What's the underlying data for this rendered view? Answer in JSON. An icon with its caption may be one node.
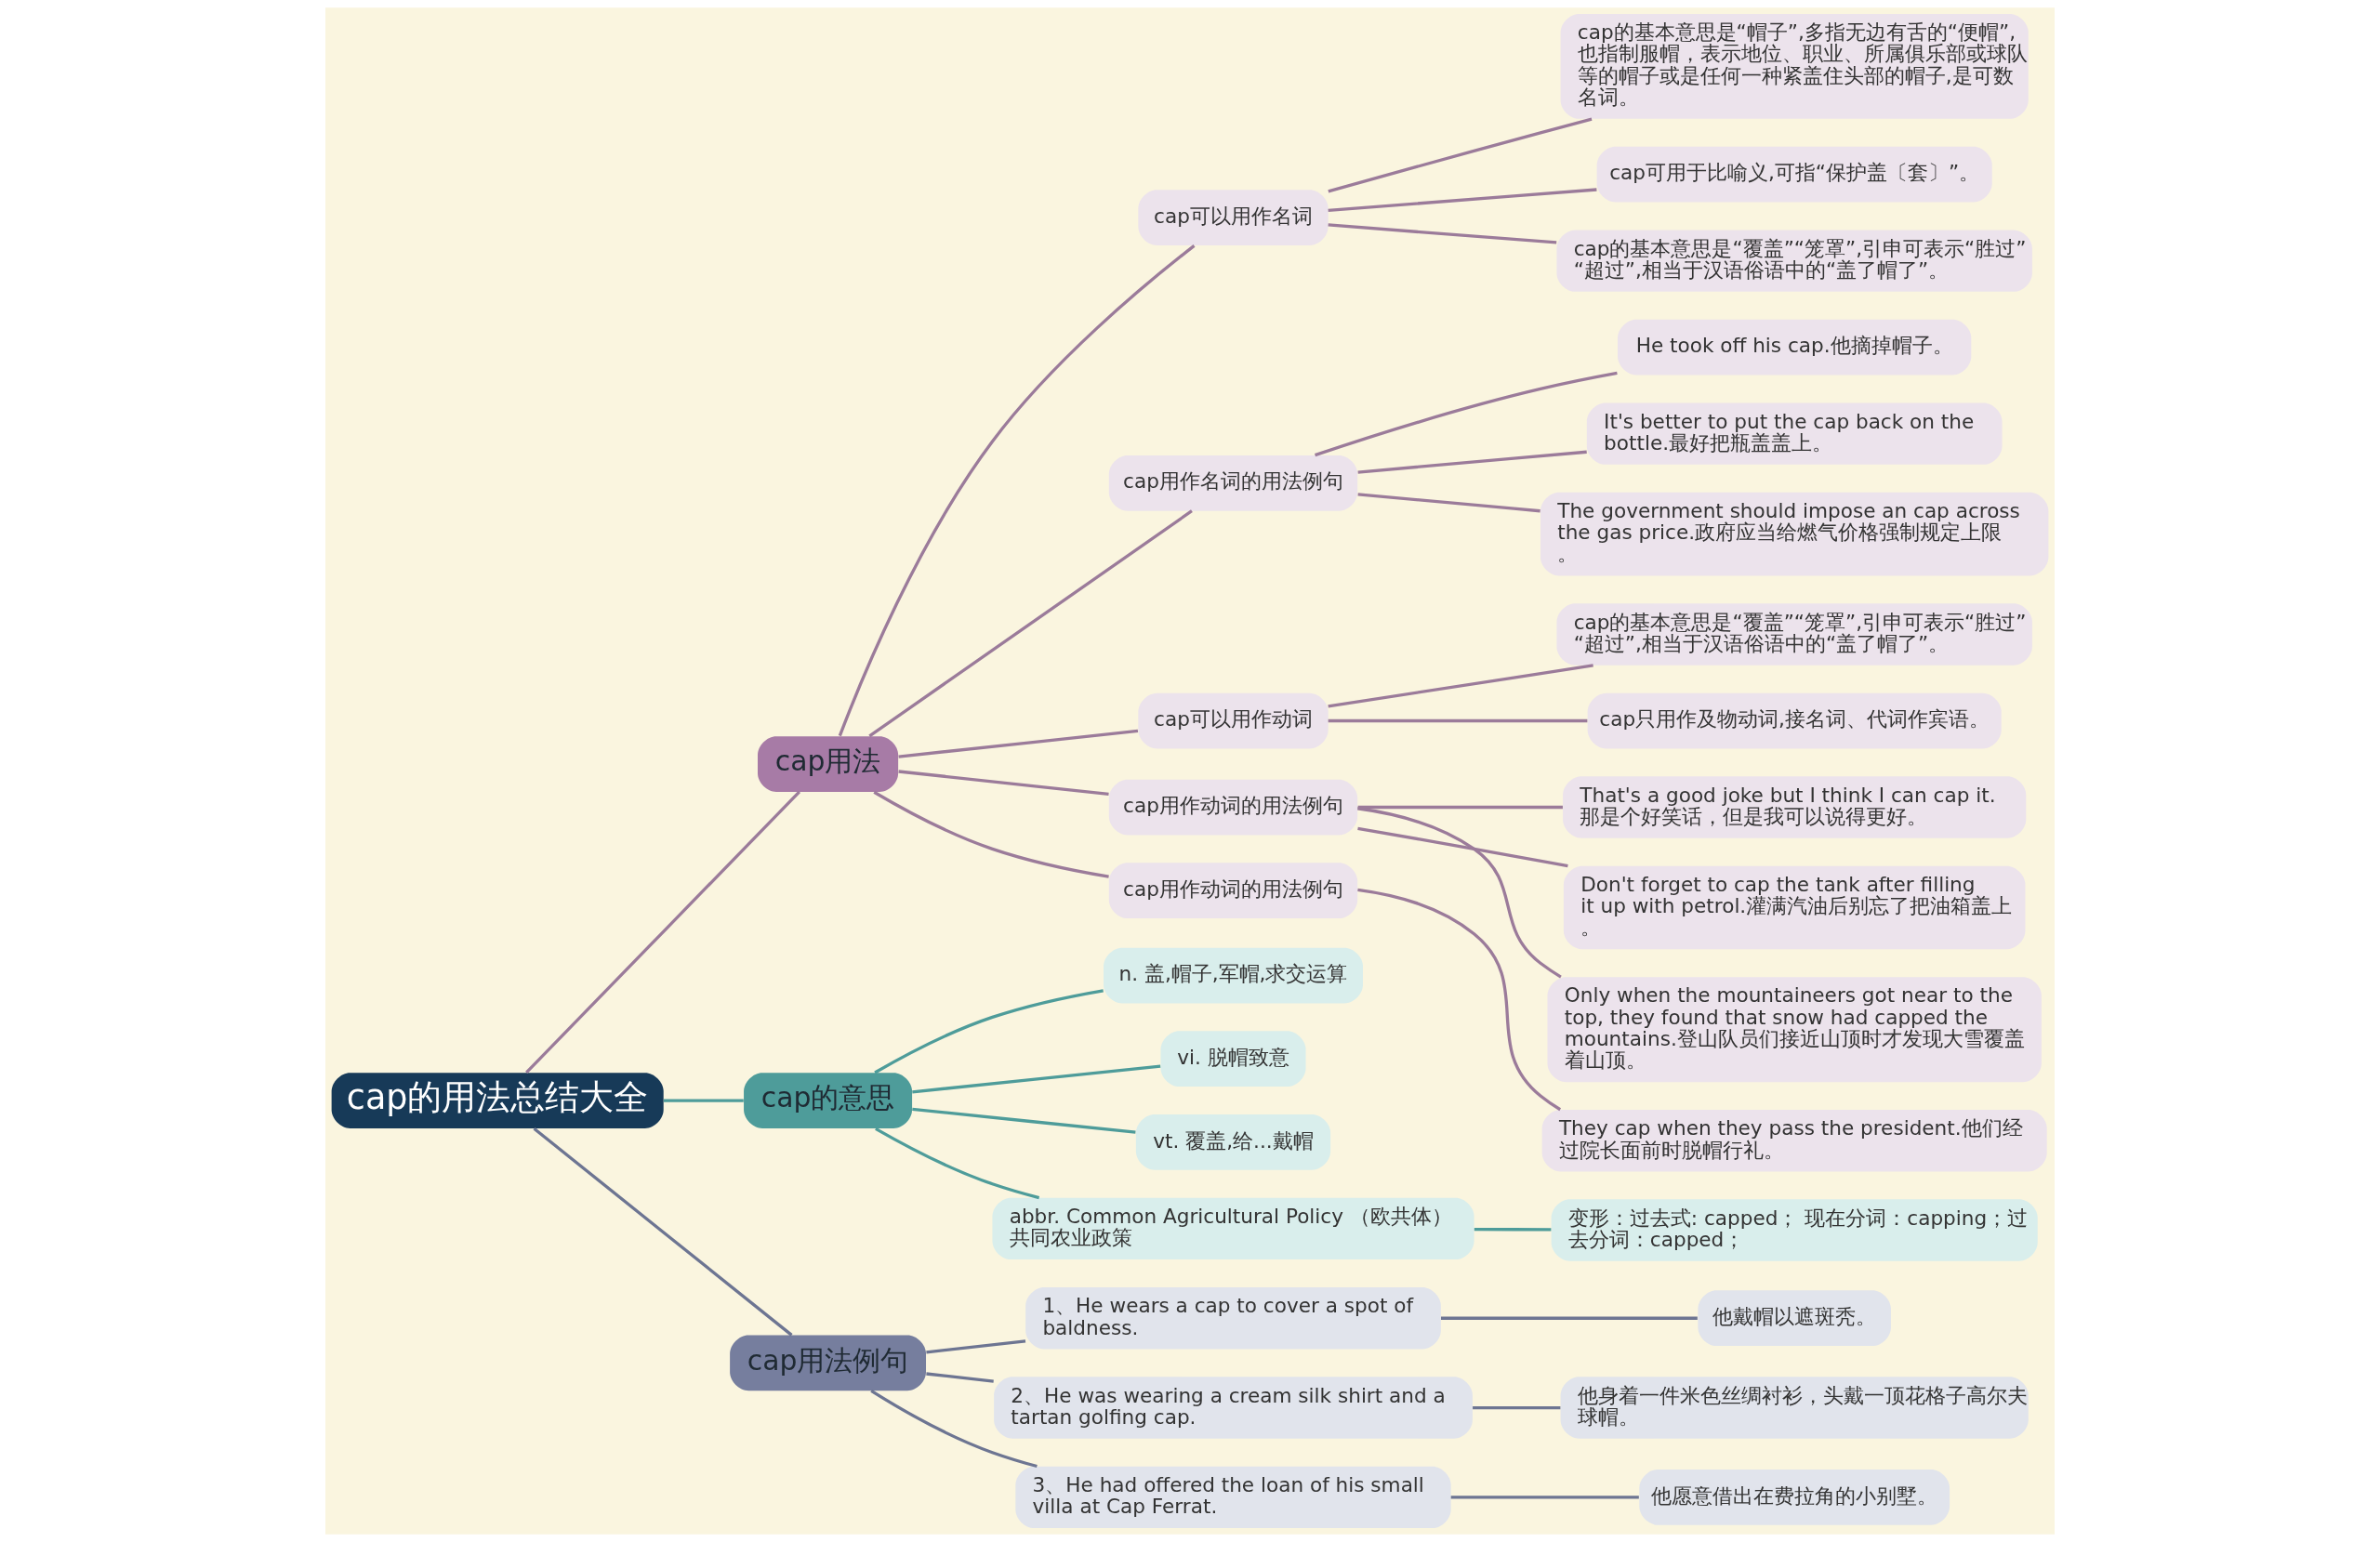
{
  "diagram": {
    "nodes": [
      {
        "text": [
          "cap的用法总结大全"
        ]
      },
      {
        "text": [
          "cap用法"
        ]
      },
      {
        "text": [
          "cap可以用作名词"
        ]
      },
      {
        "text": [
          "cap的基本意思是“帽子”,多指无边有舌的“便帽”,也指制服帽，表示地位、职业、所属俱乐部或球队等的帽子或是任何一种紧盖住头部的帽子,是可数名词。"
        ]
      },
      {
        "text": [
          "cap可用于比喻义,可指“保护盖〔套〕”。"
        ]
      },
      {
        "text": [
          "cap的基本意思是“覆盖”“笼罩”,引申可表示“胜过”“超过”,相当于汉语俗语中的“盖了帽了”。"
        ]
      },
      {
        "text": [
          "cap用作名词的用法例句"
        ]
      },
      {
        "text": [
          "He took off his cap.他摘掉帽子。"
        ]
      },
      {
        "text": [
          "It's better to put the cap back on the bottle.最好把瓶盖盖上。"
        ]
      },
      {
        "text": [
          "The government should impose an cap across the gas price.政府应当给燃气价格强制规定上限。"
        ]
      },
      {
        "text": [
          "cap可以用作动词"
        ]
      },
      {
        "text": [
          "cap的基本意思是“覆盖”“笼罩”,引申可表示“胜过”“超过”,相当于汉语俗语中的“盖了帽了”。"
        ]
      },
      {
        "text": [
          "cap只用作及物动词,接名词、代词作宾语。"
        ]
      },
      {
        "text": [
          "cap用作动词的用法例句"
        ]
      },
      {
        "text": [
          "That's a good joke but I think I can cap it.那是个好笑话，但是我可以说得更好。"
        ]
      },
      {
        "text": [
          "Don't forget to cap the tank after filling it up with petrol.灌满汽油后别忘了把油箱盖上。"
        ]
      },
      {
        "text": [
          "Only when the mountaineers got near to the top, they found that snow had capped the mountains.登山队员们接近山顶时才发现大雪覆盖着山顶。"
        ]
      },
      {
        "text": [
          "cap用作动词的用法例句"
        ]
      },
      {
        "text": [
          "They cap when they pass the president.他们经过院长面前时脱帽行礼。"
        ]
      },
      {
        "text": [
          "cap的意思"
        ]
      },
      {
        "text": [
          "n. 盖,帽子,军帽,求交运算"
        ]
      },
      {
        "text": [
          "vi. 脱帽致意"
        ]
      },
      {
        "text": [
          "vt. 覆盖,给...戴帽"
        ]
      },
      {
        "text": [
          "abbr. Common Agricultural Policy （欧共体）共同农业政策"
        ]
      },
      {
        "text": [
          "变形：过去式: capped； 现在分词：capping；过去分词：capped；"
        ]
      },
      {
        "text": [
          "cap用法例句"
        ]
      },
      {
        "text": [
          "1、He wears a cap to cover a spot of baldness."
        ]
      },
      {
        "text": [
          "他戴帽以遮斑秃。"
        ]
      },
      {
        "text": [
          "2、He was wearing a cream silk shirt and a tartan golfing cap."
        ]
      },
      {
        "text": [
          "他身着一件米色丝绸衬衫，头戴一顶花格子高尔夫球帽。"
        ]
      },
      {
        "text": [
          "3、He had offered the loan of his small villa at Cap Ferrat."
        ]
      },
      {
        "text": [
          "他愿意借出在费拉角的小别墅。"
        ]
      }
    ],
    "edges": [
      {
        "from": 0,
        "to": 1,
        "arrow": "none"
      },
      {
        "from": 1,
        "to": 2,
        "arrow": "none"
      },
      {
        "from": 2,
        "to": 3,
        "arrow": "none"
      },
      {
        "from": 2,
        "to": 4,
        "arrow": "none"
      },
      {
        "from": 2,
        "to": 5,
        "arrow": "none"
      },
      {
        "from": 1,
        "to": 6,
        "arrow": "none"
      },
      {
        "from": 6,
        "to": 7,
        "arrow": "none"
      },
      {
        "from": 6,
        "to": 8,
        "arrow": "none"
      },
      {
        "from": 6,
        "to": 9,
        "arrow": "none"
      },
      {
        "from": 1,
        "to": 10,
        "arrow": "none"
      },
      {
        "from": 10,
        "to": 11,
        "arrow": "none"
      },
      {
        "from": 10,
        "to": 12,
        "arrow": "none"
      },
      {
        "from": 1,
        "to": 13,
        "arrow": "none"
      },
      {
        "from": 13,
        "to": 14,
        "arrow": "none"
      },
      {
        "from": 13,
        "to": 15,
        "arrow": "none"
      },
      {
        "from": 13,
        "to": 16,
        "arrow": "none"
      },
      {
        "from": 1,
        "to": 17,
        "arrow": "none"
      },
      {
        "from": 17,
        "to": 18,
        "arrow": "none"
      },
      {
        "from": 0,
        "to": 19,
        "arrow": "none",
        "color": "#4e9c9a"
      },
      {
        "from": 19,
        "to": 20,
        "arrow": "none",
        "color": "#4e9c9a"
      },
      {
        "from": 19,
        "to": 21,
        "arrow": "none",
        "color": "#4e9c9a"
      },
      {
        "from": 19,
        "to": 22,
        "arrow": "none",
        "color": "#4e9c9a"
      },
      {
        "from": 19,
        "to": 23,
        "arrow": "none",
        "color": "#4e9c9a"
      },
      {
        "from": 23,
        "to": 24,
        "arrow": "none",
        "color": "#4e9c9a"
      },
      {
        "from": 0,
        "to": 25,
        "arrow": "none",
        "color": "#6d7592"
      },
      {
        "from": 25,
        "to": 26,
        "arrow": "none",
        "color": "#6d7592"
      },
      {
        "from": 26,
        "to": 27,
        "arrow": "none",
        "color": "#6d7592"
      },
      {
        "from": 25,
        "to": 28,
        "arrow": "none",
        "color": "#6d7592"
      },
      {
        "from": 28,
        "to": 29,
        "arrow": "none",
        "color": "#6d7592"
      },
      {
        "from": 25,
        "to": 30,
        "arrow": "none",
        "color": "#6d7592"
      },
      {
        "from": 30,
        "to": 31,
        "arrow": "none",
        "color": "#6d7592"
      }
    ]
  }
}
